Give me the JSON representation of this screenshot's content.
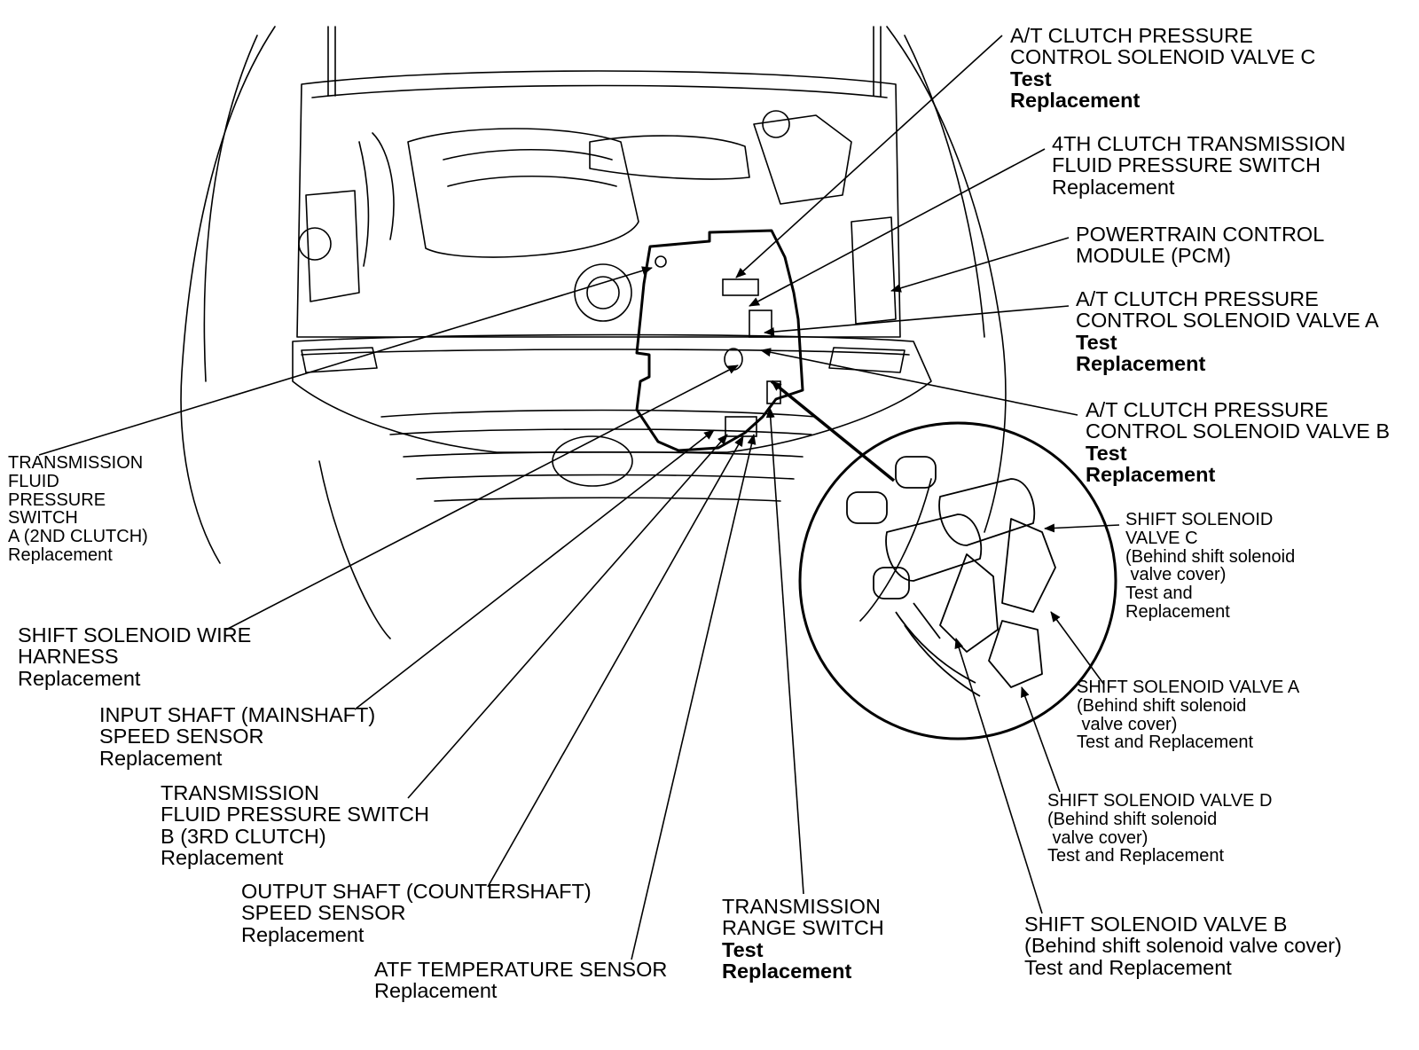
{
  "labels": {
    "at_clutch_c": {
      "line1": "A/T CLUTCH PRESSURE",
      "line2": "CONTROL SOLENOID VALVE C",
      "line3": "Test",
      "line4": "Replacement"
    },
    "fourth_clutch_switch": {
      "line1": "4TH CLUTCH TRANSMISSION",
      "line2": "FLUID PRESSURE SWITCH",
      "line3": "Replacement"
    },
    "pcm": {
      "line1": "POWERTRAIN CONTROL",
      "line2": "MODULE (PCM)"
    },
    "at_clutch_a": {
      "line1": "A/T CLUTCH PRESSURE",
      "line2": "CONTROL SOLENOID VALVE A",
      "line3": "Test",
      "line4": "Replacement"
    },
    "at_clutch_b": {
      "line1": "A/T CLUTCH PRESSURE",
      "line2": "CONTROL SOLENOID VALVE B",
      "line3": "Test",
      "line4": "Replacement"
    },
    "shift_c": {
      "line1": "SHIFT SOLENOID",
      "line2": "VALVE C",
      "line3": "(Behind shift solenoid",
      "line4": " valve cover)",
      "line5": "Test and",
      "line6": "Replacement"
    },
    "shift_a": {
      "line1": "SHIFT SOLENOID VALVE A",
      "line2": "(Behind shift solenoid",
      "line3": " valve cover)",
      "line4": "Test and Replacement"
    },
    "shift_d": {
      "line1": "SHIFT SOLENOID VALVE D",
      "line2": "(Behind shift solenoid",
      "line3": " valve cover)",
      "line4": "Test and Replacement"
    },
    "shift_b": {
      "line1": "SHIFT SOLENOID VALVE B",
      "line2": "(Behind shift solenoid valve cover)",
      "line3": "Test and Replacement"
    },
    "tfp_switch_a": {
      "line1": "TRANSMISSION",
      "line2": "FLUID",
      "line3": "PRESSURE",
      "line4": "SWITCH",
      "line5": "A (2ND CLUTCH)",
      "line6": "Replacement"
    },
    "shift_harness": {
      "line1": "SHIFT SOLENOID WIRE",
      "line2": "HARNESS",
      "line3": "Replacement"
    },
    "input_shaft": {
      "line1": "INPUT SHAFT (MAINSHAFT)",
      "line2": "SPEED SENSOR",
      "line3": "Replacement"
    },
    "tfp_switch_b": {
      "line1": "TRANSMISSION",
      "line2": "FLUID PRESSURE SWITCH",
      "line3": "B (3RD CLUTCH)",
      "line4": "Replacement"
    },
    "output_shaft": {
      "line1": "OUTPUT SHAFT (COUNTERSHAFT)",
      "line2": "SPEED SENSOR",
      "line3": "Replacement"
    },
    "atf_temp": {
      "line1": "ATF TEMPERATURE SENSOR",
      "line2": "Replacement"
    },
    "range_switch": {
      "line1": "TRANSMISSION",
      "line2": "RANGE SWITCH",
      "line3": "Test",
      "line4": "Replacement"
    }
  }
}
